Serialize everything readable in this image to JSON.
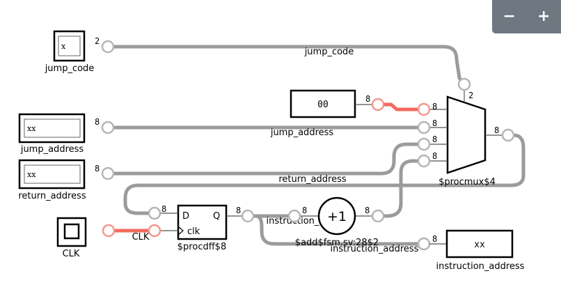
{
  "zoom": {
    "out_label": "−",
    "in_label": "+"
  },
  "inputs": {
    "jump_code": {
      "name": "jump_code",
      "value": "x",
      "width": "2"
    },
    "jump_address": {
      "name": "jump_address",
      "value": "xx",
      "width": "8"
    },
    "return_address": {
      "name": "return_address",
      "value": "xx",
      "width": "8"
    },
    "clk": {
      "name": "CLK"
    }
  },
  "constant": {
    "value": "00",
    "width": "8"
  },
  "mux": {
    "name": "$procmux$4",
    "sel_width": "2",
    "in_widths": [
      "8",
      "8",
      "8",
      "8"
    ],
    "out_width": "8"
  },
  "dff": {
    "name": "$procdff$8",
    "d": "D",
    "q": "Q",
    "clk": "clk",
    "d_width": "8",
    "q_width": "8"
  },
  "adder": {
    "name": "$add$fsm.sv:28$2",
    "op": "+1",
    "in_width": "8",
    "out_width": "8"
  },
  "output": {
    "name": "instruction_address",
    "value": "xx",
    "width": "8"
  },
  "wires": {
    "jump_code": "jump_code",
    "jump_address": "jump_address",
    "return_address": "return_address",
    "clk": "CLK",
    "instr_adder": "instruction_address",
    "instr_out": "instruction_address"
  }
}
